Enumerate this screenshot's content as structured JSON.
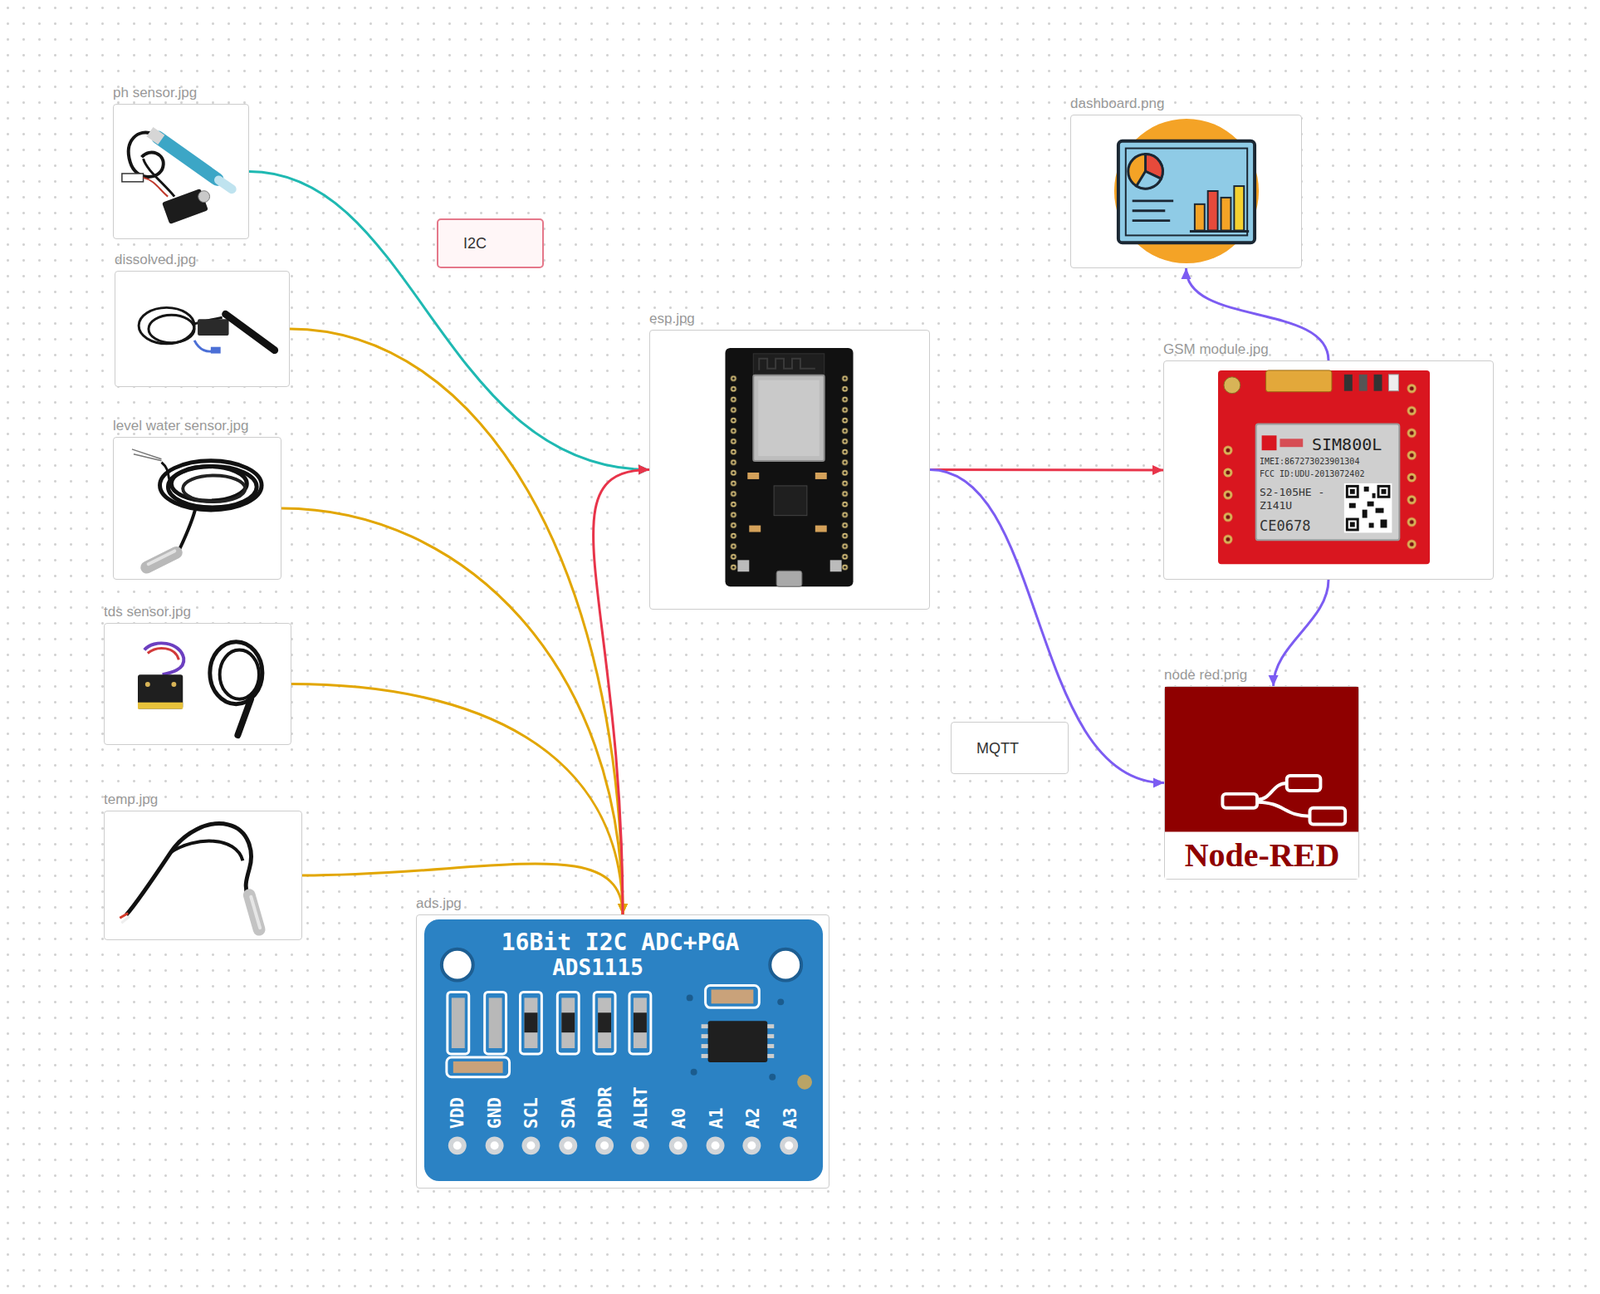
{
  "diagram": {
    "nodes": [
      {
        "text": [
          "ph sensor.jpg"
        ]
      },
      {
        "text": [
          "dashboard.png"
        ]
      },
      {
        "text": [
          "I2C"
        ]
      },
      {
        "text": [
          "dissolved.jpg"
        ]
      },
      {
        "text": [
          "esp.jpg"
        ]
      },
      {
        "text": [
          "GSM module.jpg"
        ]
      },
      {
        "text": [
          "level water sensor.jpg"
        ]
      },
      {
        "text": [
          "tds sensor.jpg"
        ]
      },
      {
        "text": [
          "node red.png"
        ]
      },
      {
        "text": [
          "MQTT"
        ]
      },
      {
        "text": [
          "temp.jpg"
        ]
      },
      {
        "text": [
          "ads.jpg"
        ]
      }
    ],
    "edges": [
      {
        "from": 0,
        "to": 4,
        "arrow": "to"
      },
      {
        "from": 3,
        "to": 11,
        "arrow": "to"
      },
      {
        "from": 6,
        "to": 11,
        "arrow": "to"
      },
      {
        "from": 7,
        "to": 11,
        "arrow": "to"
      },
      {
        "from": 10,
        "to": 11,
        "arrow": "to"
      },
      {
        "from": 11,
        "to": 4,
        "arrow": "to"
      },
      {
        "from": 4,
        "to": 5,
        "arrow": "to"
      },
      {
        "from": 4,
        "to": 8,
        "arrow": "to"
      },
      {
        "from": 5,
        "to": 1,
        "arrow": "to"
      },
      {
        "from": 5,
        "to": 8,
        "arrow": "to"
      }
    ],
    "labels": [
      "16Bit I2C ADC+PGA",
      "ADS1115",
      "VDD",
      "GND",
      "SCL",
      "SDA",
      "ADDR",
      "ALRT",
      "A0",
      "A1",
      "A2",
      "A3",
      "SIM800L",
      "IMEI:867273023901304",
      "FCC ID:UDU-2013072402",
      "S2-105HE -Z141U",
      "CE0678",
      "Node-RED"
    ]
  }
}
